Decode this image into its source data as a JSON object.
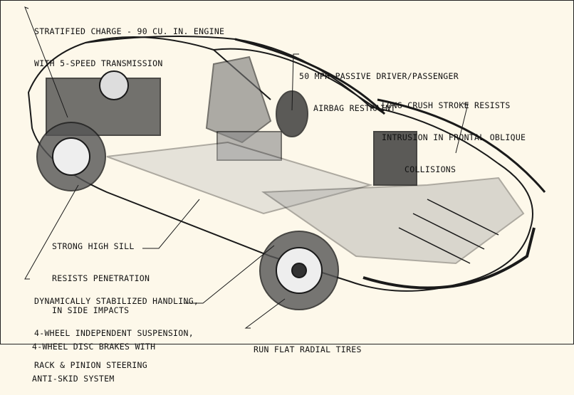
{
  "labels": {
    "engine": [
      "STRATIFIED CHARGE - 90 CU. IN. ENGINE",
      "WITH 5-SPEED TRANSMISSION"
    ],
    "airbag": [
      "50 MPH PASSIVE DRIVER/PASSENGER",
      "AIRBAG RESTRAINT"
    ],
    "crush": [
      "LONG CRUSH STROKE RESISTS",
      "INTRUSION IN FRONTAL OBLIQUE",
      "COLLISIONS"
    ],
    "sill": [
      "STRONG HIGH SILL",
      "RESISTS PENETRATION",
      "IN SIDE IMPACTS"
    ],
    "handling": [
      "DYNAMICALLY STABILIZED HANDLING,",
      "4-WHEEL INDEPENDENT SUSPENSION,",
      "RACK & PINION STEERING"
    ],
    "brakes": [
      "4-WHEEL DISC BRAKES WITH",
      "ANTI-SKID SYSTEM"
    ],
    "tires": [
      "RUN FLAT RADIAL TIRES"
    ]
  },
  "colors": {
    "paper": "#fdf8ea",
    "ink": "#111111"
  }
}
